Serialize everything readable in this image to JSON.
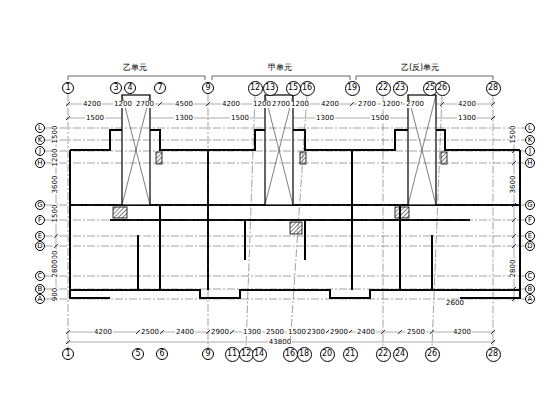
{
  "diagram": {
    "nodes": [
      {
        "text": [
          "1"
        ]
      },
      {
        "text": [
          "3"
        ]
      },
      {
        "text": [
          "4"
        ]
      },
      {
        "text": [
          "7"
        ]
      },
      {
        "text": [
          "9"
        ]
      },
      {
        "text": [
          "12"
        ]
      },
      {
        "text": [
          "13"
        ]
      },
      {
        "text": [
          "15"
        ]
      },
      {
        "text": [
          "16"
        ]
      },
      {
        "text": [
          "19"
        ]
      },
      {
        "text": [
          "22"
        ]
      },
      {
        "text": [
          "23"
        ]
      },
      {
        "text": [
          "25"
        ]
      },
      {
        "text": [
          "26"
        ]
      },
      {
        "text": [
          "28"
        ]
      },
      {
        "text": [
          "1"
        ]
      },
      {
        "text": [
          "5"
        ]
      },
      {
        "text": [
          "6"
        ]
      },
      {
        "text": [
          "9"
        ]
      },
      {
        "text": [
          "11"
        ]
      },
      {
        "text": [
          "12"
        ]
      },
      {
        "text": [
          "14"
        ]
      },
      {
        "text": [
          "16"
        ]
      },
      {
        "text": [
          "18"
        ]
      },
      {
        "text": [
          "20"
        ]
      },
      {
        "text": [
          "21"
        ]
      },
      {
        "text": [
          "22"
        ]
      },
      {
        "text": [
          "24"
        ]
      },
      {
        "text": [
          "26"
        ]
      },
      {
        "text": [
          "28"
        ]
      },
      {
        "text": [
          "L"
        ]
      },
      {
        "text": [
          "K"
        ]
      },
      {
        "text": [
          "J"
        ]
      },
      {
        "text": [
          "H"
        ]
      },
      {
        "text": [
          "G"
        ]
      },
      {
        "text": [
          "F"
        ]
      },
      {
        "text": [
          "E"
        ]
      },
      {
        "text": [
          "D"
        ]
      },
      {
        "text": [
          "C"
        ]
      },
      {
        "text": [
          "B"
        ]
      },
      {
        "text": [
          "A"
        ]
      },
      {
        "text": [
          "L"
        ]
      },
      {
        "text": [
          "K"
        ]
      },
      {
        "text": [
          "J"
        ]
      },
      {
        "text": [
          "H"
        ]
      },
      {
        "text": [
          "G"
        ]
      },
      {
        "text": [
          "F"
        ]
      },
      {
        "text": [
          "E"
        ]
      },
      {
        "text": [
          "D"
        ]
      },
      {
        "text": [
          "C"
        ]
      },
      {
        "text": [
          "B"
        ]
      },
      {
        "text": [
          "A"
        ]
      }
    ],
    "edges": [
      {
        "from": 0,
        "to": 15,
        "arrow": "none"
      },
      {
        "from": 4,
        "to": 18,
        "arrow": "none"
      },
      {
        "from": 5,
        "to": 20,
        "arrow": "none"
      },
      {
        "from": 8,
        "to": 22,
        "arrow": "none"
      },
      {
        "from": 10,
        "to": 26,
        "arrow": "none"
      },
      {
        "from": 13,
        "to": 28,
        "arrow": "none"
      },
      {
        "from": 14,
        "to": 29,
        "arrow": "none"
      },
      {
        "from": 30,
        "to": 41,
        "arrow": "none"
      },
      {
        "from": 31,
        "to": 42,
        "arrow": "none"
      },
      {
        "from": 32,
        "to": 43,
        "arrow": "none"
      },
      {
        "from": 33,
        "to": 44,
        "arrow": "none"
      },
      {
        "from": 34,
        "to": 45,
        "arrow": "none"
      },
      {
        "from": 35,
        "to": 46,
        "arrow": "none"
      },
      {
        "from": 36,
        "to": 47,
        "arrow": "none"
      },
      {
        "from": 37,
        "to": 48,
        "arrow": "none"
      },
      {
        "from": 38,
        "to": 49,
        "arrow": "none"
      },
      {
        "from": 39,
        "to": 50,
        "arrow": "none"
      },
      {
        "from": 40,
        "to": 51,
        "arrow": "none"
      }
    ],
    "labels": [
      "乙单元",
      "甲单元",
      "乙(反)单元",
      "4200",
      "1200",
      "2700",
      "4500",
      "4200",
      "1200",
      "2700",
      "1200",
      "4200",
      "2700",
      "1200",
      "2700",
      "4200",
      "1500",
      "1300",
      "1500",
      "1300",
      "1500",
      "1300",
      "4200",
      "2500",
      "2400",
      "2900",
      "1300",
      "2500",
      "1500",
      "2300",
      "2900",
      "2400",
      "2500",
      "4200",
      "43800",
      "1500",
      "1200",
      "3600",
      "1500",
      "1200",
      "2800",
      "900",
      "1500",
      "3600",
      "2800",
      "2600"
    ]
  }
}
